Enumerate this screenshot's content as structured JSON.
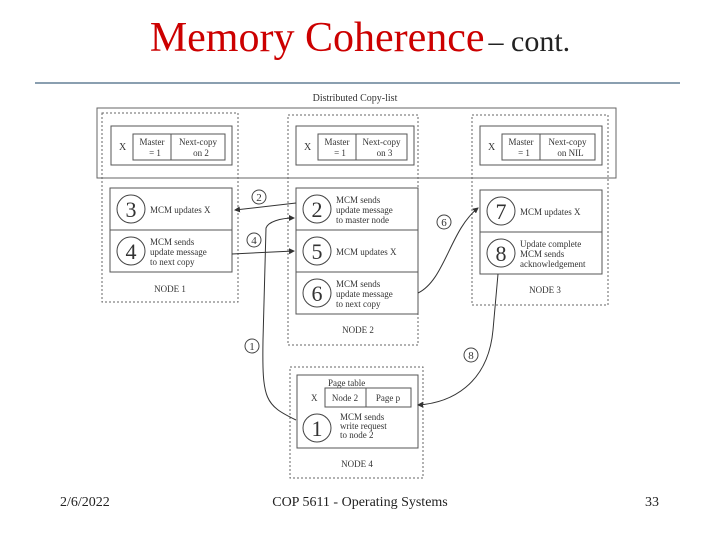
{
  "title": {
    "main": "Memory Coherence",
    "sub": "– cont."
  },
  "diagram": {
    "caption": "Distributed Copy-list",
    "nodes": [
      {
        "label": "NODE 1",
        "var": "X",
        "master": [
          "Master",
          "= 1"
        ],
        "next": [
          "Next-copy",
          "on 2"
        ],
        "steps": [
          {
            "num": "3",
            "lines": [
              "MCM updates X"
            ]
          },
          {
            "num": "4",
            "lines": [
              "MCM sends",
              "update message",
              "to next copy"
            ]
          }
        ]
      },
      {
        "label": "NODE 2",
        "var": "X",
        "master": [
          "Master",
          "= 1"
        ],
        "next": [
          "Next-copy",
          "on 3"
        ],
        "steps": [
          {
            "num": "2",
            "lines": [
              "MCM sends",
              "update message",
              "to master node"
            ]
          },
          {
            "num": "5",
            "lines": [
              "MCM updates X"
            ]
          },
          {
            "num": "6",
            "lines": [
              "MCM sends",
              "update message",
              "to next copy"
            ]
          }
        ]
      },
      {
        "label": "NODE 3",
        "var": "X",
        "master": [
          "Master",
          "= 1"
        ],
        "next": [
          "Next-copy",
          "on NIL"
        ],
        "steps": [
          {
            "num": "7",
            "lines": [
              "MCM updates X"
            ]
          },
          {
            "num": "8",
            "lines": [
              "Update complete",
              "MCM sends",
              "acknowledgement"
            ]
          }
        ]
      },
      {
        "label": "NODE 4",
        "page_table_label": "Page table",
        "var": "X",
        "cells": [
          "Node 2",
          "Page p"
        ],
        "steps": [
          {
            "num": "1",
            "lines": [
              "MCM sends",
              "write request",
              "to node 2"
            ]
          }
        ]
      }
    ],
    "arrow_labels": [
      "2",
      "4",
      "6",
      "1",
      "8"
    ]
  },
  "footer": {
    "date": "2/6/2022",
    "course": "COP 5611 - Operating Systems",
    "page": "33"
  }
}
